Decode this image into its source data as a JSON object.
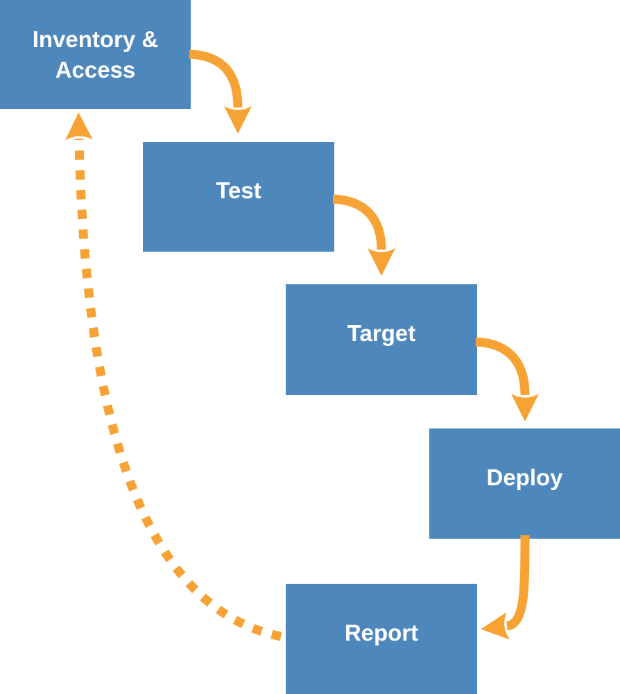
{
  "diagram": {
    "type": "flowchart",
    "colors": {
      "node_fill": "#4E87BC",
      "node_text": "#FFFFFF",
      "connector": "#F7A234",
      "background": "#FFFFFF"
    },
    "nodes": [
      {
        "id": "inventory-access",
        "label": "Inventory & Access"
      },
      {
        "id": "test",
        "label": "Test"
      },
      {
        "id": "target",
        "label": "Target"
      },
      {
        "id": "deploy",
        "label": "Deploy"
      },
      {
        "id": "report",
        "label": "Report"
      }
    ],
    "connectors": [
      {
        "from": "inventory-access",
        "to": "test",
        "style": "solid"
      },
      {
        "from": "test",
        "to": "target",
        "style": "solid"
      },
      {
        "from": "target",
        "to": "deploy",
        "style": "solid"
      },
      {
        "from": "deploy",
        "to": "report",
        "style": "solid"
      },
      {
        "from": "report",
        "to": "inventory-access",
        "style": "dashed"
      }
    ]
  }
}
